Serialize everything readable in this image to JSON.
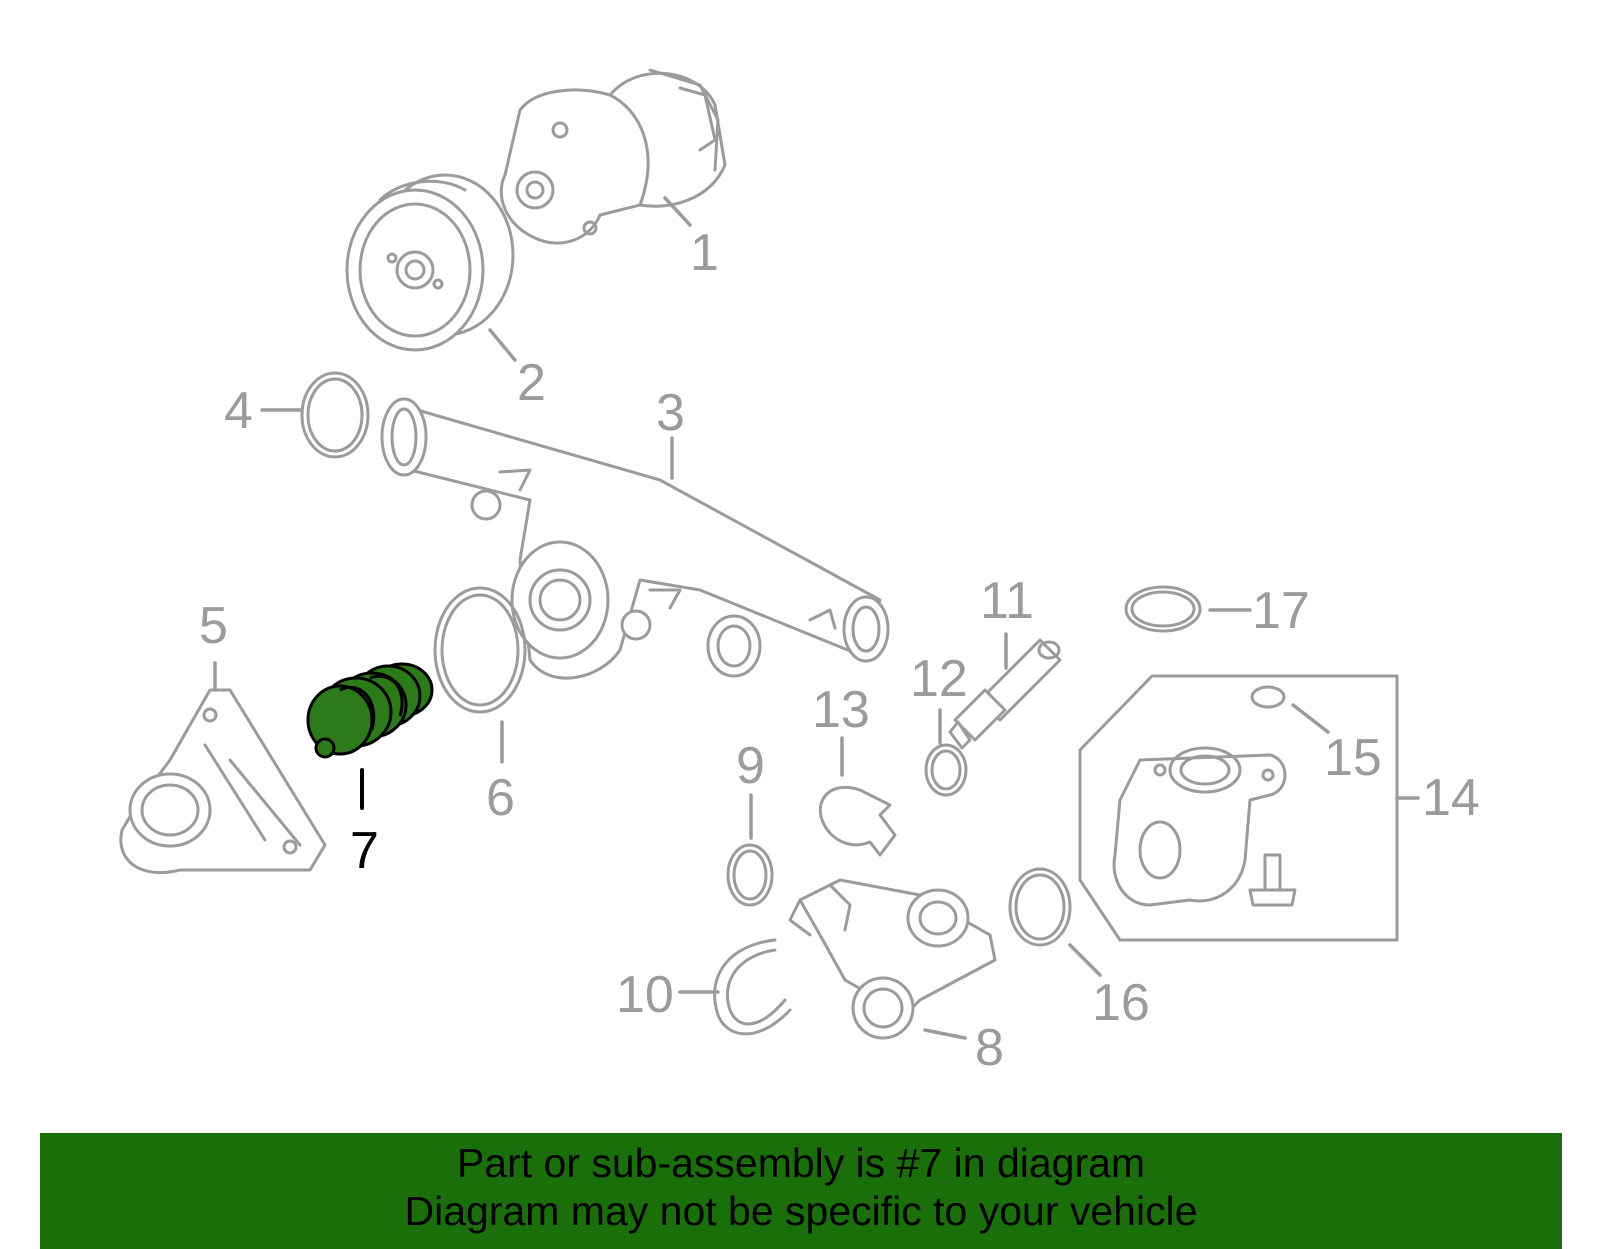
{
  "callouts": {
    "c1": "1",
    "c2": "2",
    "c3": "3",
    "c4": "4",
    "c5": "5",
    "c6": "6",
    "c7": "7",
    "c8": "8",
    "c9": "9",
    "c10": "10",
    "c11": "11",
    "c12": "12",
    "c13": "13",
    "c14": "14",
    "c15": "15",
    "c16": "16",
    "c17": "17"
  },
  "highlight": {
    "part": "7",
    "color": "#1a6f0b"
  },
  "banner": {
    "line1": "Part or sub-assembly is #7 in diagram",
    "line2": "Diagram may not be specific to your vehicle",
    "background": "#1a6f0b"
  }
}
